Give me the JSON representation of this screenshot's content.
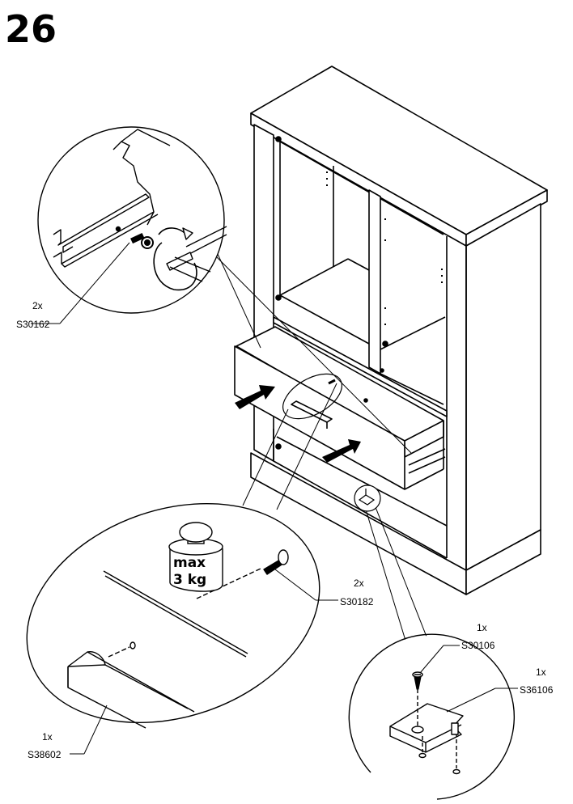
{
  "step_number": "26",
  "callouts": {
    "top_left": {
      "qty": "2x",
      "part": "S30162"
    },
    "middle_screw": {
      "qty": "2x",
      "part": "S30182"
    },
    "bottom_left": {
      "qty": "1x",
      "part": "S38602"
    },
    "bottom_right_screw": {
      "qty": "1x",
      "part": "S30106"
    },
    "bottom_right_part": {
      "qty": "1x",
      "part": "S36106"
    }
  },
  "weight": {
    "line1": "max",
    "line2": "3 kg"
  }
}
